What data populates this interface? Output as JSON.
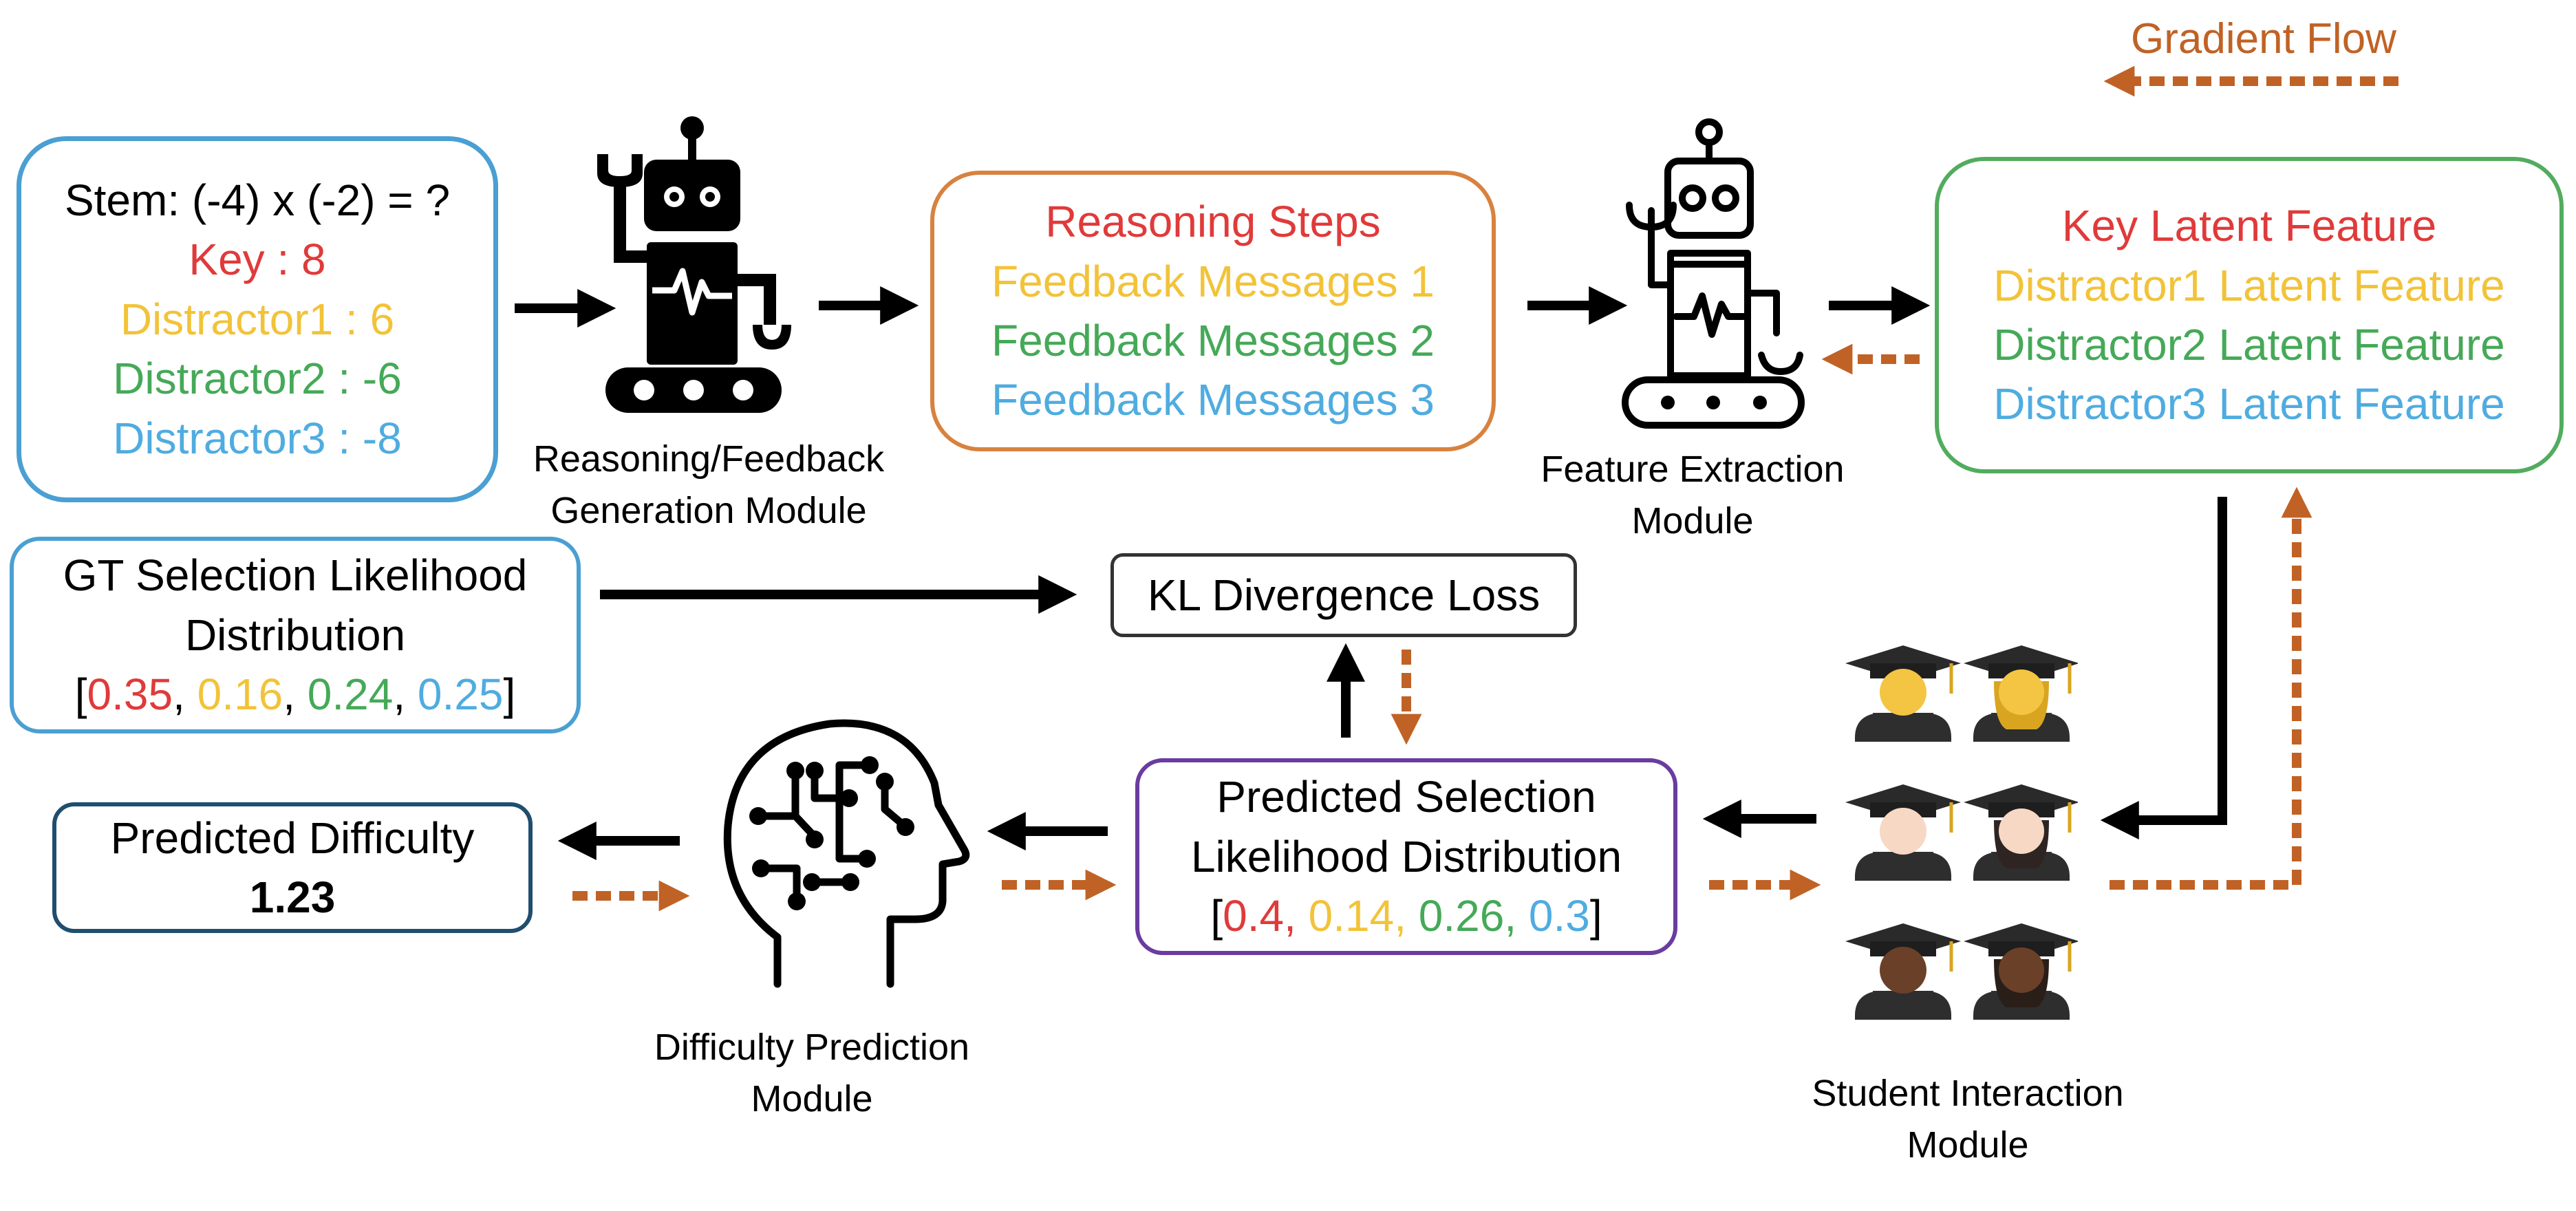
{
  "legend": {
    "label": "Gradient Flow"
  },
  "question": {
    "stem": "Stem:  (-4) x (-2) = ?",
    "key": "Key : 8",
    "d1": "Distractor1 : 6",
    "d2": "Distractor2 : -6",
    "d3": "Distractor3 : -8"
  },
  "reasoning_module": {
    "line1": "Reasoning/Feedback",
    "line2": "Generation Module"
  },
  "reasoning_box": {
    "l1": "Reasoning Steps",
    "l2": "Feedback Messages 1",
    "l3": "Feedback Messages 2",
    "l4": "Feedback Messages 3"
  },
  "feature_module": {
    "line1": "Feature Extraction",
    "line2": "Module"
  },
  "latent_box": {
    "l1": "Key Latent Feature",
    "l2": "Distractor1 Latent Feature",
    "l3": "Distractor2 Latent Feature",
    "l4": "Distractor3 Latent Feature"
  },
  "gt_box": {
    "l1": "GT Selection Likelihood",
    "l2": "Distribution",
    "open": "[",
    "v1": "0.35",
    "s1": ", ",
    "v2": "0.16",
    "s2": ", ",
    "v3": "0.24",
    "s3": ", ",
    "v4": "0.25",
    "close": "]"
  },
  "kl_box": {
    "label": "KL Divergence Loss"
  },
  "pred_box": {
    "l1": "Predicted Selection",
    "l2": "Likelihood Distribution",
    "open": "[",
    "v1": "0.4,",
    "s1": " ",
    "v2": "0.14,",
    "s2": " ",
    "v3": "0.26,",
    "s3": " ",
    "v4": "0.3",
    "close": "]"
  },
  "difficulty_box": {
    "l1": "Predicted Difficulty",
    "value": "1.23"
  },
  "difficulty_module": {
    "line1": "Difficulty Prediction",
    "line2": "Module"
  },
  "student_module": {
    "line1": "Student Interaction",
    "line2": "Module"
  },
  "colors": {
    "key": "#E03A3A",
    "distractor1": "#F2C339",
    "distractor2": "#45A958",
    "distractor3": "#4FACE0",
    "gradient": "#C06225",
    "question_border": "#4A9FD3",
    "reasoning_border": "#D8823F",
    "latent_border": "#52AC5E",
    "prediction_border": "#6A3CA0",
    "difficulty_border": "#1F4E6E"
  },
  "icons": [
    "robot-icon",
    "robot-outline-icon",
    "brain-circuit-icon",
    "student-graduate-icon"
  ]
}
